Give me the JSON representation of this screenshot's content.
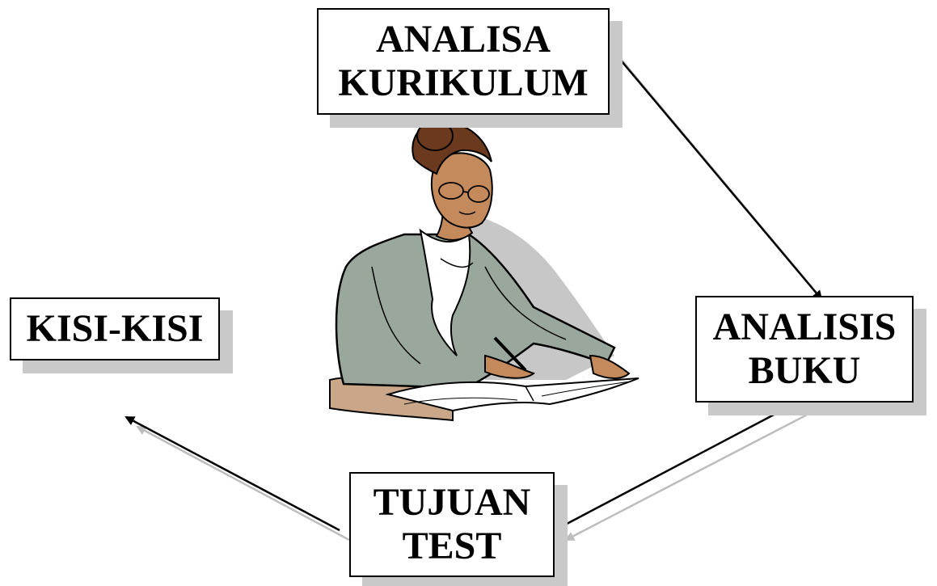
{
  "diagram": {
    "nodes": [
      {
        "id": "analisa",
        "label": "ANALISA\nKURIKULUM"
      },
      {
        "id": "analisis",
        "label": "ANALISIS\nBUKU"
      },
      {
        "id": "tujuan",
        "label": "TUJUAN\nTEST"
      },
      {
        "id": "kisi",
        "label": "KISI-KISI"
      }
    ],
    "edges": [
      {
        "from": "analisa",
        "to": "analisis"
      },
      {
        "from": "analisis",
        "to": "tujuan"
      },
      {
        "from": "tujuan",
        "to": "kisi"
      }
    ],
    "center_image": "woman-reading-book-illustration"
  },
  "colors": {
    "arrow": "#000000",
    "arrow_shadow": "#bdbdbd",
    "box_shadow": "#c9c9c9",
    "jacket": "#9aa79c",
    "skin": "#c48a5c",
    "hair": "#6b3a1e"
  }
}
